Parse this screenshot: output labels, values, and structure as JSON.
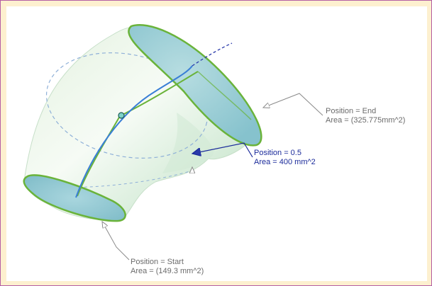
{
  "annotations": {
    "end": {
      "position_text": "Position = End",
      "area_text": "Area = (325.775mm^2)"
    },
    "mid": {
      "position_text": "Position = 0.5",
      "area_text": "Area = 400 mm^2"
    },
    "start": {
      "position_text": "Position = Start",
      "area_text": "Area = (149.3 mm^2)"
    }
  },
  "colors": {
    "frame_background": "#fdf0cf",
    "frame_border": "#b45ea4",
    "profile_edge": "#6ab33a",
    "path_curve": "#3a7fd6",
    "surface_fill": "#e3f2e3",
    "end_cap_fill": "#9ccfd6",
    "leader_gray": "#8a8a8a",
    "leader_blue": "#1a2a9a"
  }
}
